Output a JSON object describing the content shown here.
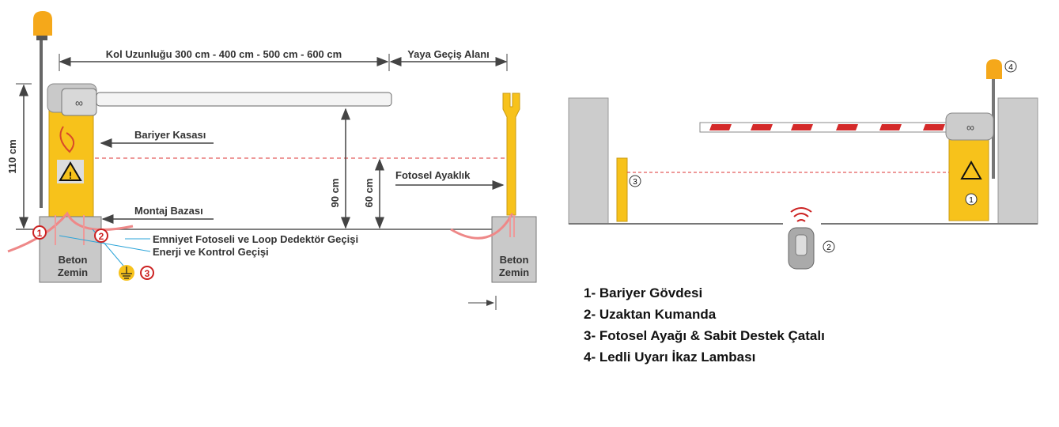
{
  "left_diagram": {
    "arm_length_label": "Kol Uzunluğu 300 cm - 400 cm - 500 cm - 600 cm",
    "pedestrian_label": "Yaya Geçiş Alanı",
    "height_110": "110 cm",
    "height_90": "90 cm",
    "height_60": "60 cm",
    "cabinet_label": "Bariyer Kasası",
    "photocell_post_label": "Fotosel Ayaklık",
    "mount_base_label": "Montaj Bazası",
    "safety_passage_label": "Emniyet Fotoseli ve Loop Dedektör Geçişi",
    "power_passage_label": "Enerji ve Kontrol Geçişi",
    "concrete_left": [
      "Beton",
      "Zemin"
    ],
    "concrete_right": [
      "Beton",
      "Zemin"
    ],
    "markers": [
      "1",
      "2",
      "3"
    ]
  },
  "right_diagram": {
    "markers": [
      "1",
      "2",
      "3",
      "4"
    ]
  },
  "legend": [
    "1- Bariyer Gövdesi",
    "2- Uzaktan Kumanda",
    "3- Fotosel Ayağı & Sabit Destek Çatalı",
    "4- Ledli Uyarı İkaz Lambası"
  ],
  "colors": {
    "yellow": "#f7c21b",
    "red": "#d42a2a",
    "grey": "#c9c9c9",
    "line": "#444444"
  }
}
